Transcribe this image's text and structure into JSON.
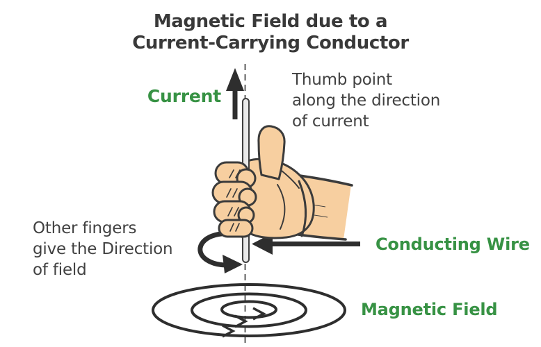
{
  "title": {
    "line1": "Magnetic Field due to a",
    "line2": "Current-Carrying Conductor"
  },
  "annotations": {
    "current_label": "Current",
    "thumb_note": {
      "line1": "Thumb point",
      "line2": "along the direction",
      "line3": "of current"
    },
    "fingers_note": {
      "line1": "Other fingers",
      "line2": "give the Direction",
      "line3": "of field"
    },
    "conducting_wire_label": "Conducting Wire",
    "magnetic_field_label": "Magnetic Field"
  },
  "icons": {
    "current_direction": "up-arrow",
    "wire_pointer": "left-arrow",
    "field_rotation": "circular-arrow",
    "field_lines": "concentric-ellipses-with-chevrons",
    "conductor": "vertical-wire-rod",
    "hand": "right-hand-fist-thumbs-up"
  },
  "colors": {
    "accent_green": "#379244",
    "ink": "#2e2e2e",
    "text_dark": "#393939",
    "text_note": "#414141",
    "skin": "#f7cfa0",
    "skin_outline": "#3b3b3b",
    "wire_fill": "#e9e9e9",
    "dash_gray": "#4a4a4a",
    "background": "#ffffff"
  }
}
